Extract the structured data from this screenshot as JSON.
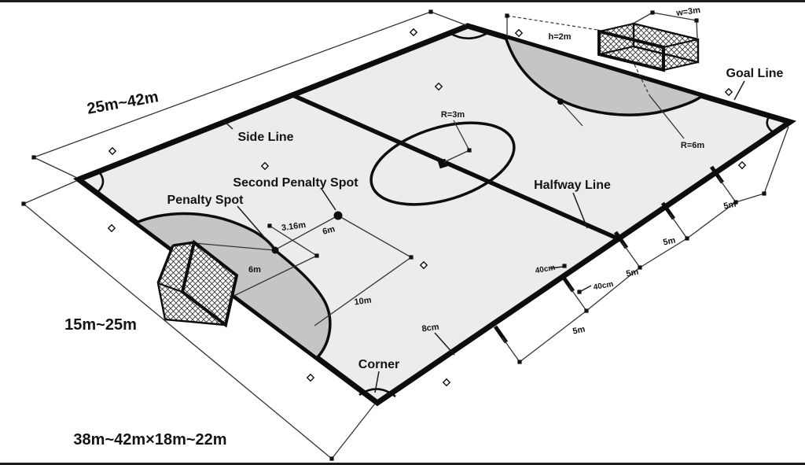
{
  "diagram_subject": "Futsal pitch dimensions diagram",
  "labels": {
    "side_dimension": "25m~42m",
    "goal_dimension": "15m~25m",
    "pitch_dimension": "38m~42m×18m~22m",
    "side_line": "Side Line",
    "goal_line": "Goal Line",
    "halfway_line": "Halfway Line",
    "corner": "Corner",
    "penalty_spot": "Penalty Spot",
    "second_penalty_spot": "Second Penalty Spot",
    "penalty_gap": "3.16m",
    "six_m": "6m",
    "ten_m": "10m",
    "five_m": "5m",
    "forty_cm": "40cm",
    "eight_cm": "8cm",
    "center_radius": "R=3m",
    "arc_radius": "R=6m",
    "goal_height": "h=2m",
    "goal_width": "w=3m"
  },
  "colors": {
    "court": "#ececec",
    "penalty_area": "#c5c5c5",
    "line": "#0d0d0d",
    "background": "#ffffff"
  }
}
